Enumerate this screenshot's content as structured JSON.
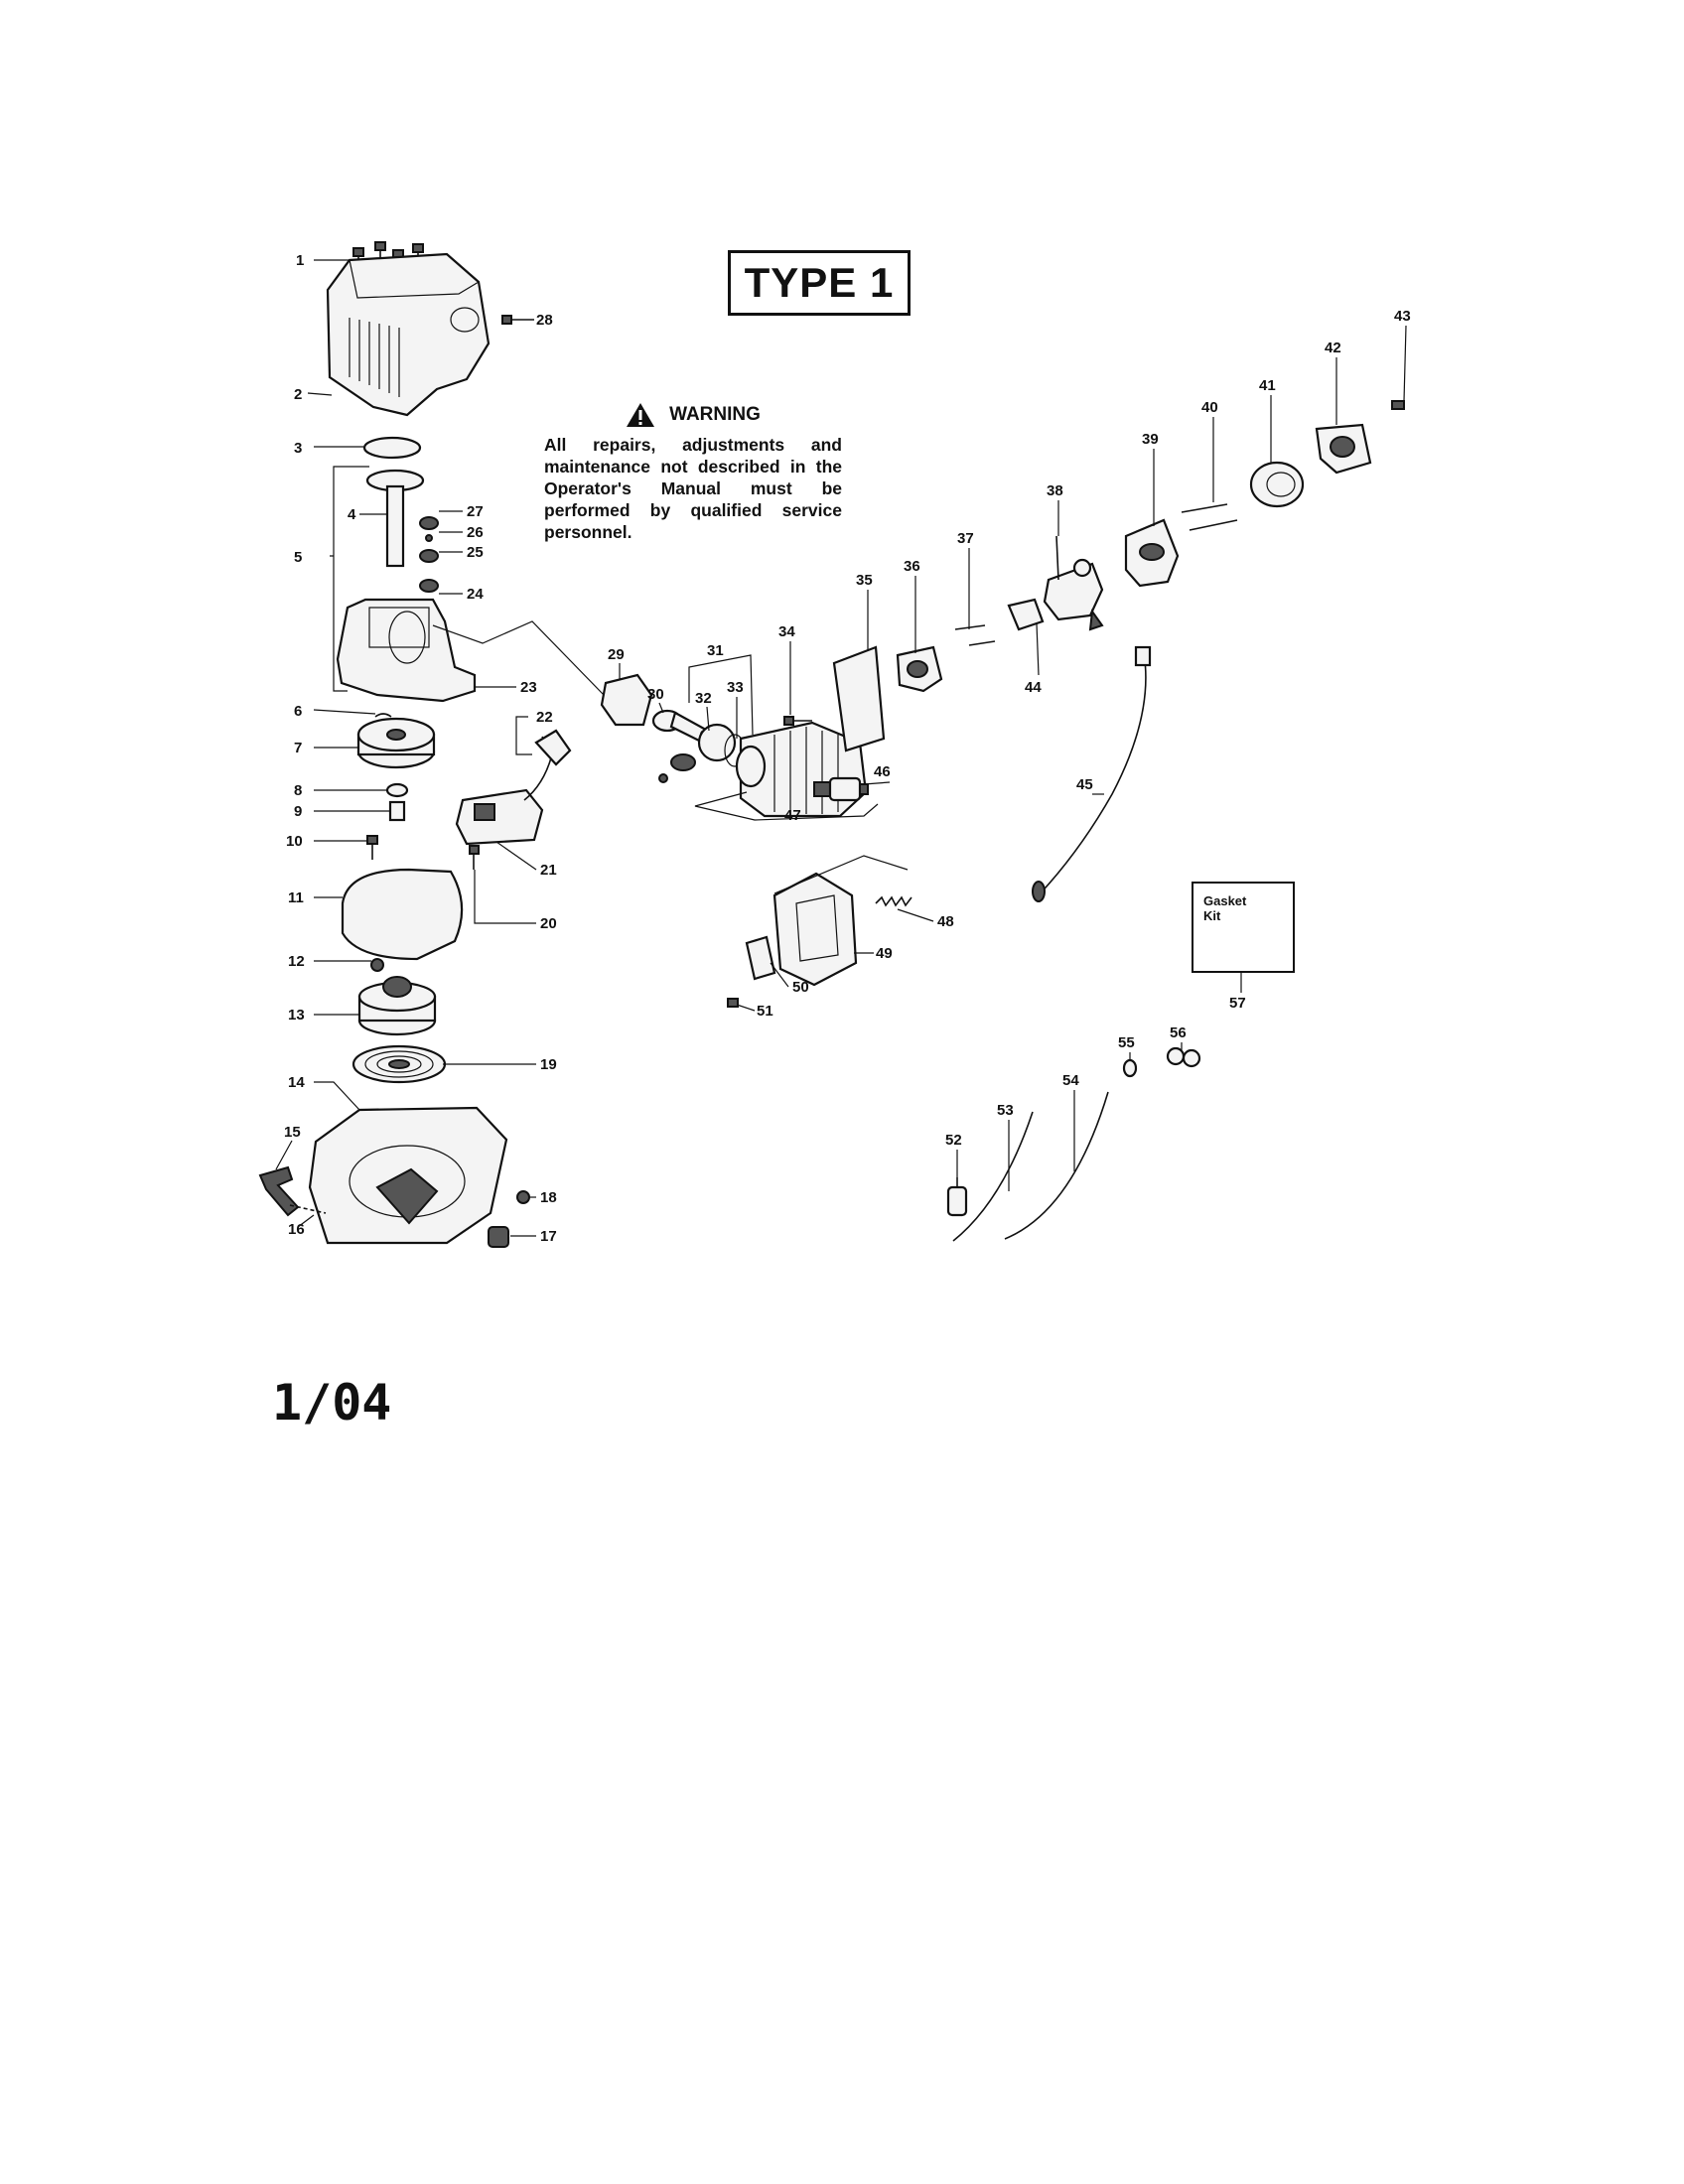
{
  "header": {
    "type_label": "TYPE 1"
  },
  "warning": {
    "title": "WARNING",
    "text": "All repairs, adjustments and maintenance not described in the Operator's Manual must be performed by qualified service personnel."
  },
  "gasket_kit": {
    "label": "Gasket Kit"
  },
  "footer": {
    "date": "1/04"
  },
  "callouts": [
    {
      "id": "1"
    },
    {
      "id": "2"
    },
    {
      "id": "3"
    },
    {
      "id": "4"
    },
    {
      "id": "5"
    },
    {
      "id": "6"
    },
    {
      "id": "7"
    },
    {
      "id": "8"
    },
    {
      "id": "9"
    },
    {
      "id": "10"
    },
    {
      "id": "11"
    },
    {
      "id": "12"
    },
    {
      "id": "13"
    },
    {
      "id": "14"
    },
    {
      "id": "15"
    },
    {
      "id": "16"
    },
    {
      "id": "17"
    },
    {
      "id": "18"
    },
    {
      "id": "19"
    },
    {
      "id": "20"
    },
    {
      "id": "21"
    },
    {
      "id": "22"
    },
    {
      "id": "23"
    },
    {
      "id": "24"
    },
    {
      "id": "25"
    },
    {
      "id": "26"
    },
    {
      "id": "27"
    },
    {
      "id": "28"
    },
    {
      "id": "29"
    },
    {
      "id": "30"
    },
    {
      "id": "31"
    },
    {
      "id": "32"
    },
    {
      "id": "33"
    },
    {
      "id": "34"
    },
    {
      "id": "35"
    },
    {
      "id": "36"
    },
    {
      "id": "37"
    },
    {
      "id": "38"
    },
    {
      "id": "39"
    },
    {
      "id": "40"
    },
    {
      "id": "41"
    },
    {
      "id": "42"
    },
    {
      "id": "43"
    },
    {
      "id": "44"
    },
    {
      "id": "45"
    },
    {
      "id": "46"
    },
    {
      "id": "47"
    },
    {
      "id": "48"
    },
    {
      "id": "49"
    },
    {
      "id": "50"
    },
    {
      "id": "51"
    },
    {
      "id": "52"
    },
    {
      "id": "53"
    },
    {
      "id": "54"
    },
    {
      "id": "55"
    },
    {
      "id": "56"
    },
    {
      "id": "57"
    }
  ]
}
